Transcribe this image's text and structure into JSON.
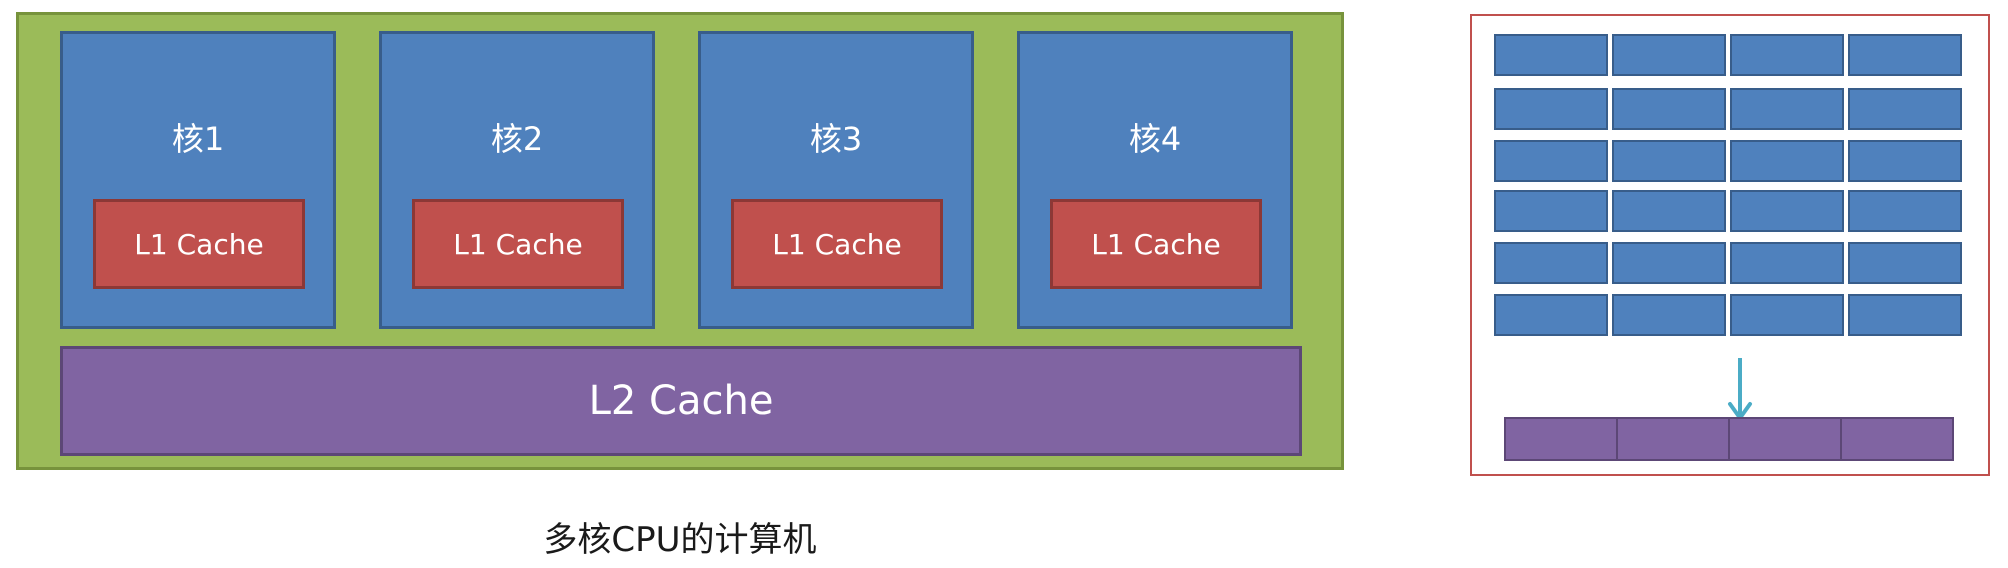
{
  "cpu": {
    "cores": [
      {
        "label": "核1",
        "cache_label": "L1 Cache"
      },
      {
        "label": "核2",
        "cache_label": "L1 Cache"
      },
      {
        "label": "核3",
        "cache_label": "L1 Cache"
      },
      {
        "label": "核4",
        "cache_label": "L1 Cache"
      }
    ],
    "shared_cache_label": "L2 Cache",
    "caption": "多核CPU的计算机"
  },
  "right_diagram": {
    "grid_rows": 6,
    "grid_cols": 4,
    "bottom_segments": 4
  },
  "colors": {
    "cpu_background": "#9bbb59",
    "core": "#4f81bd",
    "l1_cache": "#c0504d",
    "l2_cache": "#8064a2",
    "right_border": "#c0504d",
    "arrow": "#4bacc6"
  }
}
